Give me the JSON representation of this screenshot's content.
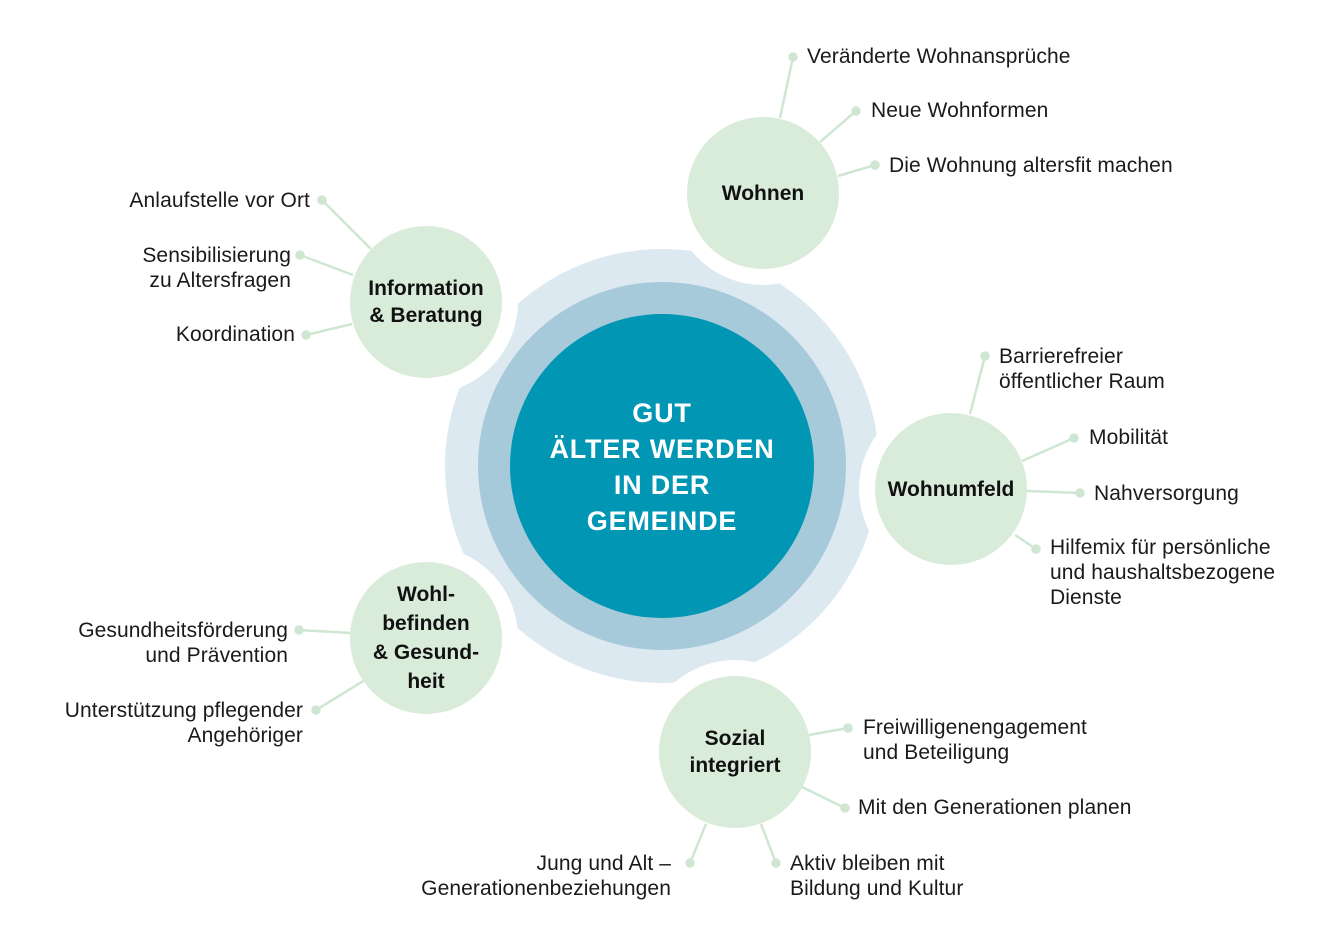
{
  "center": {
    "title": "GUT\nÄLTER WERDEN\nIN DER\nGEMEINDE"
  },
  "colors": {
    "core": "#0096b4",
    "ring_middle": "#a7cadb",
    "ring_outer": "#dde9f1",
    "topic_circle": "#d9ebd9",
    "connector": "#cfe7d2"
  },
  "topics": {
    "wohnen": {
      "title": "Wohnen",
      "items": [
        "Veränderte Wohnansprüche",
        "Neue Wohnformen",
        "Die Wohnung altersfit machen"
      ]
    },
    "wohnumfeld": {
      "title": "Wohnumfeld",
      "items": [
        "Barrierefreier\nöffentlicher Raum",
        "Mobilität",
        "Nahversorgung",
        "Hilfemix für persönliche\nund haushaltsbezogene\nDienste"
      ]
    },
    "sozial": {
      "title": "Sozial\nintegriert",
      "items": [
        "Freiwilligenengagement\nund Beteiligung",
        "Mit den Generationen planen",
        "Aktiv bleiben mit\nBildung und Kultur",
        "Jung und Alt –\nGenerationenbeziehungen"
      ]
    },
    "wohlbefinden": {
      "title": "Wohl-\nbefinden\n& Gesund-\nheit",
      "items": [
        "Gesundheitsförderung\nund Prävention",
        "Unterstützung pflegender\nAngehöriger"
      ]
    },
    "information": {
      "title": "Information\n& Beratung",
      "items": [
        "Anlaufstelle vor Ort",
        "Sensibilisierung\nzu Altersfragen",
        "Koordination"
      ]
    }
  }
}
